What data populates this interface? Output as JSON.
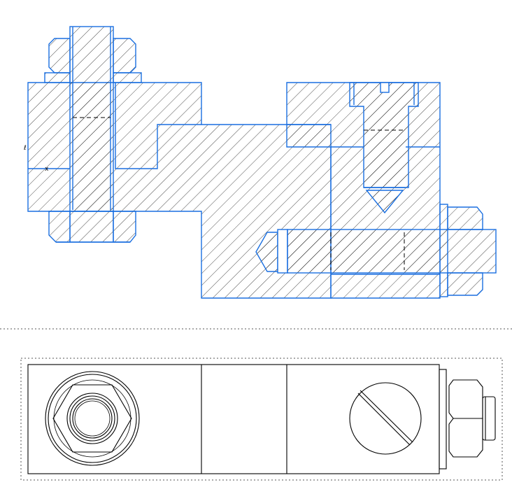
{
  "drawing": {
    "type": "mechanical-assembly",
    "views": [
      {
        "name": "section-view",
        "hatched": true,
        "outline_color": "#1a6fe0",
        "hatch_color": "#000000"
      },
      {
        "name": "top-view",
        "hatched": false,
        "outline_color": "#000000"
      }
    ],
    "separator_style": "dotted",
    "colors": {
      "outline": "#1a6fe0",
      "hatch": "#000000",
      "background": "#ffffff"
    },
    "components": [
      "bolt",
      "hex-nut",
      "washer",
      "bracket",
      "slotted-screw",
      "pin",
      "base-block"
    ]
  }
}
